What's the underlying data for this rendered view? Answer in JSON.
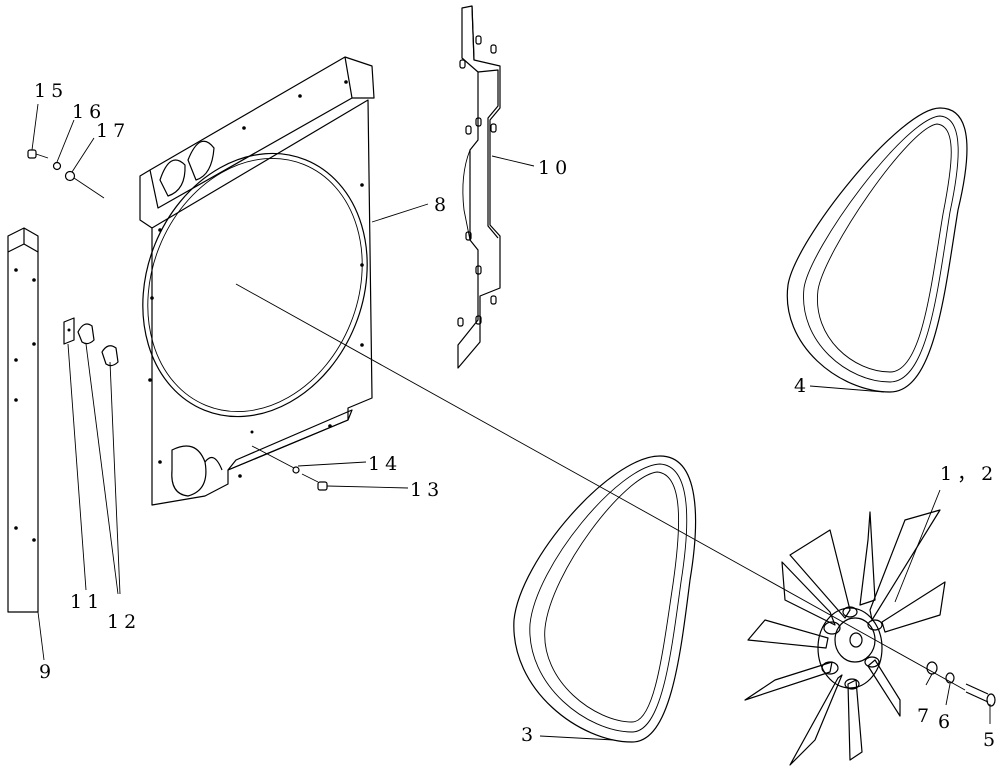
{
  "callouts": {
    "c1_2": "1，2",
    "c3": "3",
    "c4": "4",
    "c5": "5",
    "c6": "6",
    "c7": "7",
    "c8": "8",
    "c9": "9",
    "c10": "10",
    "c11": "11",
    "c12": "12",
    "c13": "13",
    "c14": "14",
    "c15": "15",
    "c16": "16",
    "c17": "17"
  },
  "icons": {
    "fan": "fan-icon",
    "belt": "belt-icon",
    "shroud": "fan-shroud-icon",
    "bracket": "bracket-icon",
    "bolt": "bolt-icon"
  }
}
